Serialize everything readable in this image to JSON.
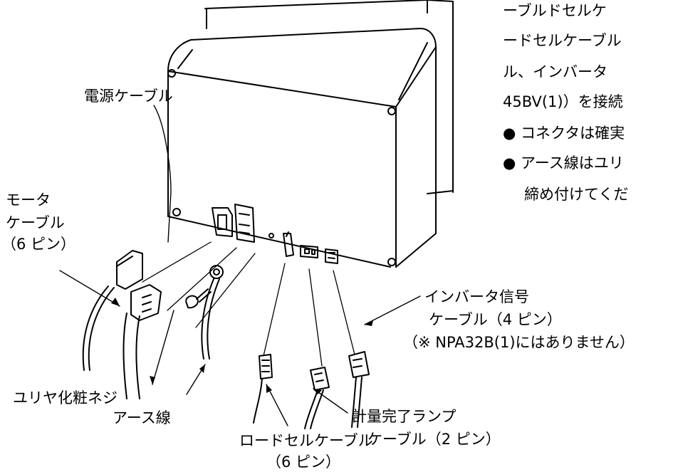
{
  "side_text": {
    "line1": "ーブルドセルケ",
    "line2": "ードセルケーブル",
    "line3": "ル、インバータ",
    "line4": "45BV(1)）を接続",
    "bullet1": "● コネクタは確実",
    "bullet2": "● アース線はユリ",
    "bullet2_cont": "締め付けてくだ"
  },
  "labels": {
    "power_cable": "電源ケーブル",
    "motor_cable_1": "モータ",
    "motor_cable_2": "ケーブル",
    "motor_cable_3": "（6 ピン）",
    "screw": "ユリヤ化粧ネジ",
    "earth": "アース線",
    "loadcell_1": "ロードセルケーブル",
    "loadcell_2": "（6 ピン）",
    "lamp_1": "計量完了ランプ",
    "lamp_2": "ケーブル（2 ピン）",
    "inverter_1": "インバータ信号",
    "inverter_2": "ケーブル（4 ピン）",
    "inverter_note": "（※ NPA32B(1)にはありません）"
  }
}
